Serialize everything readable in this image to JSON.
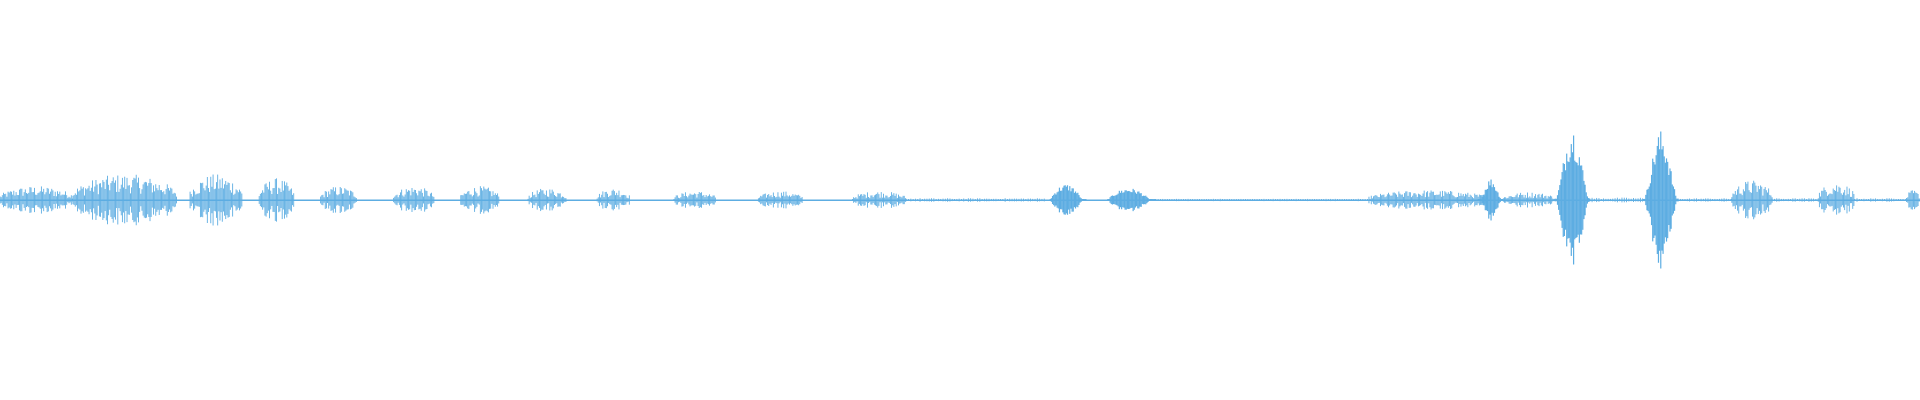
{
  "waveform": {
    "color": "#5dade2",
    "background": "#ffffff",
    "segments": [
      {
        "start": 0.0,
        "end": 0.038,
        "peak": 0.07,
        "style": "voiced"
      },
      {
        "start": 0.038,
        "end": 0.092,
        "peak": 0.13,
        "style": "voiced"
      },
      {
        "start": 0.099,
        "end": 0.126,
        "peak": 0.13,
        "style": "voiced"
      },
      {
        "start": 0.135,
        "end": 0.153,
        "peak": 0.11,
        "style": "voiced"
      },
      {
        "start": 0.167,
        "end": 0.186,
        "peak": 0.07,
        "style": "voiced"
      },
      {
        "start": 0.205,
        "end": 0.226,
        "peak": 0.07,
        "style": "voiced"
      },
      {
        "start": 0.24,
        "end": 0.26,
        "peak": 0.07,
        "style": "voiced"
      },
      {
        "start": 0.275,
        "end": 0.295,
        "peak": 0.06,
        "style": "voiced"
      },
      {
        "start": 0.311,
        "end": 0.328,
        "peak": 0.06,
        "style": "voiced"
      },
      {
        "start": 0.351,
        "end": 0.373,
        "peak": 0.045,
        "style": "voiced"
      },
      {
        "start": 0.395,
        "end": 0.418,
        "peak": 0.045,
        "style": "voiced"
      },
      {
        "start": 0.444,
        "end": 0.472,
        "peak": 0.045,
        "style": "voiced"
      },
      {
        "start": 0.547,
        "end": 0.566,
        "peak": 0.08,
        "style": "blob"
      },
      {
        "start": 0.577,
        "end": 0.602,
        "peak": 0.06,
        "style": "blob"
      },
      {
        "start": 0.713,
        "end": 0.775,
        "peak": 0.05,
        "style": "voiced"
      },
      {
        "start": 0.77,
        "end": 0.783,
        "peak": 0.11,
        "style": "burst"
      },
      {
        "start": 0.783,
        "end": 0.81,
        "peak": 0.04,
        "style": "voiced"
      },
      {
        "start": 0.81,
        "end": 0.828,
        "peak": 0.37,
        "style": "spindle"
      },
      {
        "start": 0.856,
        "end": 0.874,
        "peak": 0.35,
        "style": "spindle"
      },
      {
        "start": 0.902,
        "end": 0.923,
        "peak": 0.1,
        "style": "voiced"
      },
      {
        "start": 0.947,
        "end": 0.966,
        "peak": 0.09,
        "style": "voiced"
      },
      {
        "start": 0.993,
        "end": 1.0,
        "peak": 0.05,
        "style": "voiced"
      }
    ],
    "quiet_ranges": [
      {
        "start": 0.472,
        "end": 0.545,
        "level": 0.006
      },
      {
        "start": 0.602,
        "end": 0.713,
        "level": 0.004
      },
      {
        "start": 0.828,
        "end": 0.856,
        "level": 0.008
      },
      {
        "start": 0.874,
        "end": 0.902,
        "level": 0.006
      },
      {
        "start": 0.923,
        "end": 0.947,
        "level": 0.006
      },
      {
        "start": 0.966,
        "end": 0.993,
        "level": 0.006
      }
    ]
  }
}
